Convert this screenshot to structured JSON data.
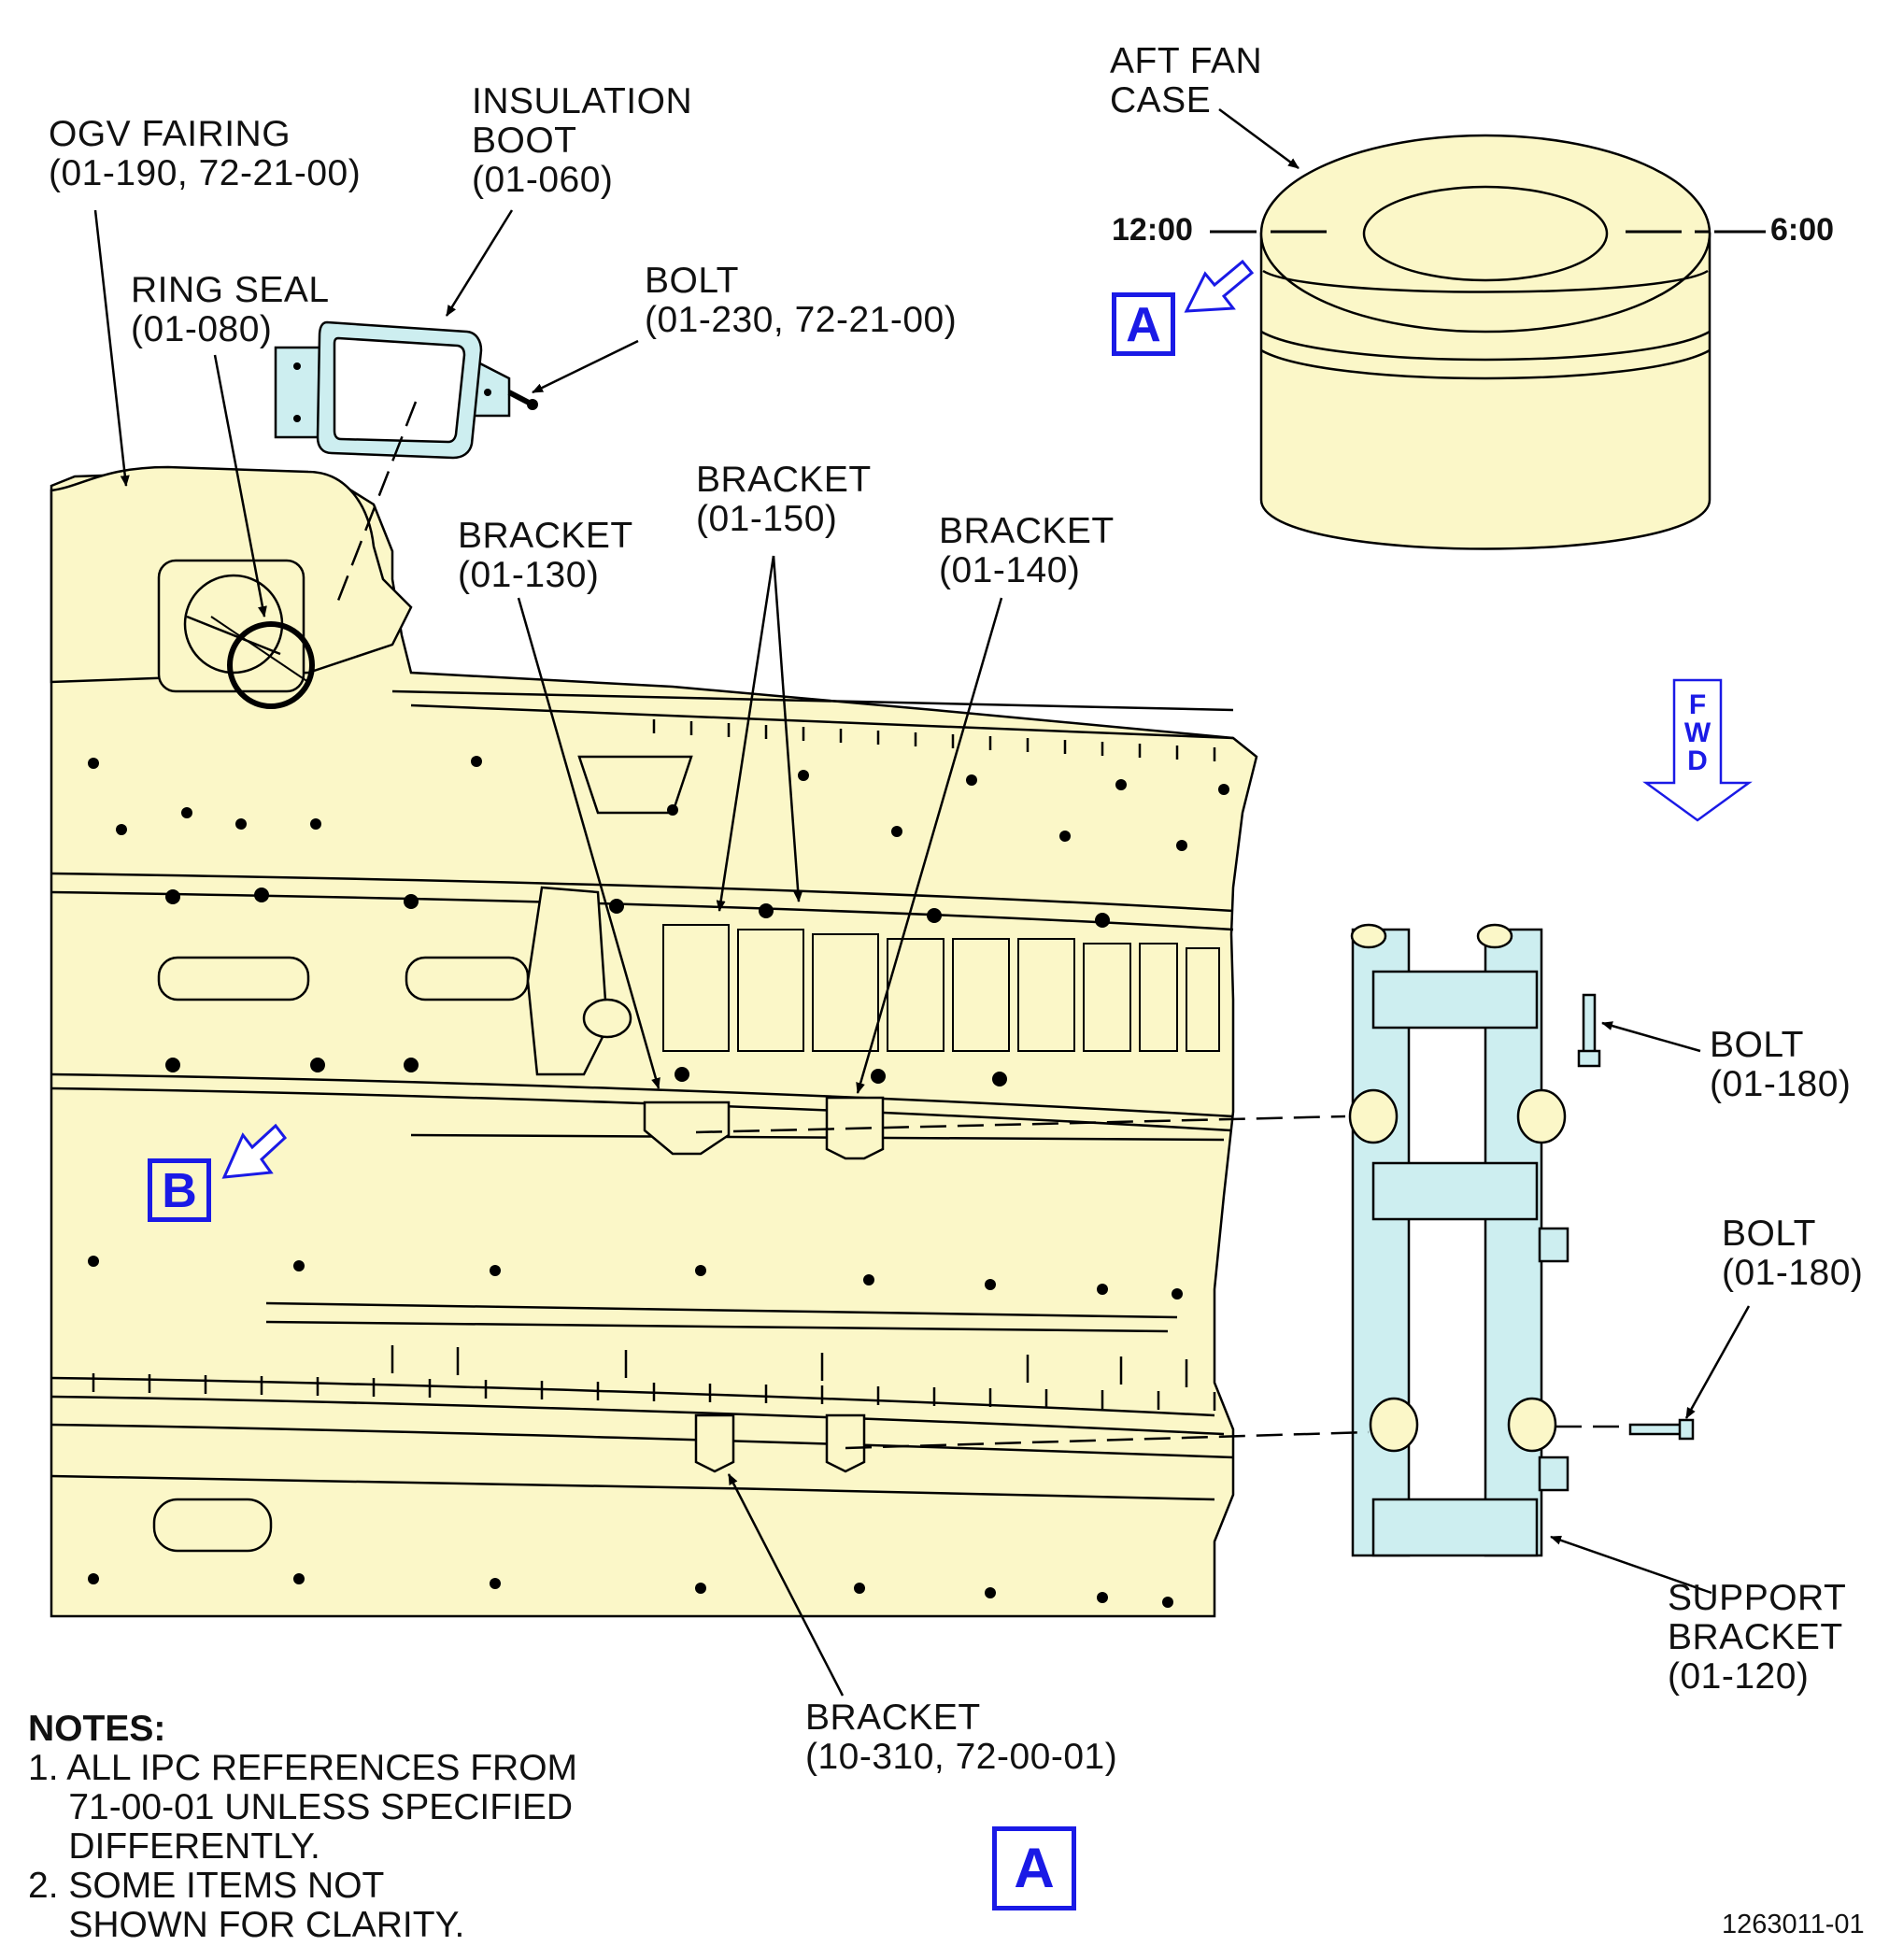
{
  "labels": {
    "ogv_fairing": [
      "OGV FAIRING",
      "(01-190, 72-21-00)"
    ],
    "insulation_boot": [
      "INSULATION",
      "BOOT",
      "(01-060)"
    ],
    "ring_seal": [
      "RING SEAL",
      "(01-080)"
    ],
    "bolt_01_230": [
      "BOLT",
      "(01-230, 72-21-00)"
    ],
    "aft_fan_case": [
      "AFT FAN",
      "CASE"
    ],
    "bracket_01_150": [
      "BRACKET",
      "(01-150)"
    ],
    "bracket_01_130": [
      "BRACKET",
      "(01-130)"
    ],
    "bracket_01_140": [
      "BRACKET",
      "(01-140)"
    ],
    "bolt_01_180_upper": [
      "BOLT",
      "(01-180)"
    ],
    "bolt_01_180_lower": [
      "BOLT",
      "(01-180)"
    ],
    "support_bracket": [
      "SUPPORT",
      "BRACKET",
      "(01-120)"
    ],
    "bracket_10_310": [
      "BRACKET",
      "(10-310, 72-00-01)"
    ]
  },
  "clock": {
    "left": "12:00",
    "right": "6:00"
  },
  "view_markers": {
    "a_upper": "A",
    "b": "B",
    "a_lower": "A"
  },
  "fwd": [
    "F",
    "W",
    "D"
  ],
  "notes": {
    "title": "NOTES:",
    "items": [
      "1. ALL IPC REFERENCES FROM",
      "    71-00-01 UNLESS SPECIFIED",
      "    DIFFERENTLY.",
      "2. SOME ITEMS NOT",
      "    SHOWN FOR CLARITY."
    ]
  },
  "figure_number": "1263011-01",
  "colors": {
    "case_fill": "#fbf7c8",
    "bracket_fill": "#cdeef0",
    "marker_blue": "#1a1ae6"
  }
}
